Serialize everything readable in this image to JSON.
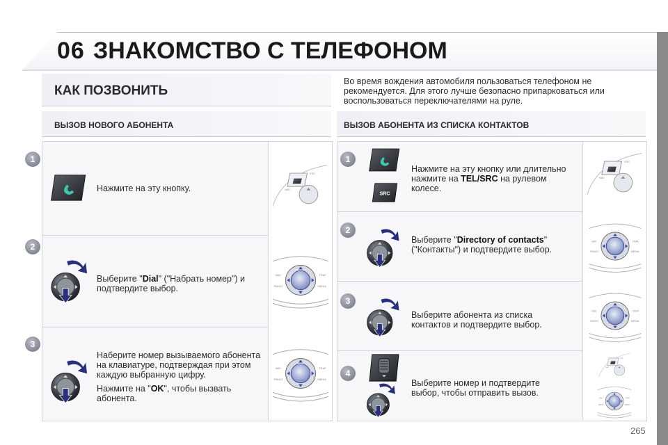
{
  "header": {
    "chapter_number": "06",
    "chapter_title": "ЗНАКОМСТВО С ТЕЛЕФОНОМ"
  },
  "section_main_title": "КАК ПОЗВОНИТЬ",
  "warning_text": "Во время вождения автомобиля пользоваться телефоном не рекомендуется. Для этого лучше безопасно припарковаться или воспользоваться переключателями на руле.",
  "left": {
    "title": "ВЫЗОВ НОВОГО АБОНЕНТА",
    "steps": [
      {
        "number": "1",
        "text": "Нажмите на эту кнопку."
      },
      {
        "number": "2",
        "text_before": "Выберите \"",
        "bold": "Dial",
        "text_after": "\" (\"Набрать номер\") и подтвердите выбор."
      },
      {
        "number": "3",
        "text1": "Наберите номер вызываемого абонента на клавиатуре, подтверждая при этом каждую выбранную цифру.",
        "text2_before": "Нажмите на \"",
        "bold": "OK",
        "text2_after": "\", чтобы вызвать абонента."
      }
    ]
  },
  "right": {
    "title": "ВЫЗОВ АБОНЕНТА ИЗ СПИСКА КОНТАКТОВ",
    "steps": [
      {
        "number": "1",
        "text_before": "Нажмите на эту кнопку или длительно нажмите на ",
        "bold": "TEL/SRC",
        "text_after": " на рулевом колесе."
      },
      {
        "number": "2",
        "text_before": "Выберите \"",
        "bold": "Directory of contacts",
        "text_after": "\" (\"Контакты\") и подтвердите выбор."
      },
      {
        "number": "3",
        "text": "Выберите абонента из списка контактов и подтвердите выбор."
      },
      {
        "number": "4",
        "text": "Выберите номер и подтвердите выбор, чтобы отправить вызов."
      }
    ]
  },
  "icons": {
    "phone_button": "phone-button-icon",
    "rotary_knob": "rotary-knob-icon",
    "src_button": "src-button-icon",
    "thumbwheel": "thumbwheel-icon",
    "device_keypad": "device-keypad-icon",
    "steering_controls": "steering-controls-icon"
  },
  "button_labels": {
    "src": "SRC",
    "esc": "ESC",
    "nav": "NAV",
    "traf": "TRAF",
    "radio": "RADIO",
    "media": "MEDIA"
  },
  "colors": {
    "accent": "#2a2f7a",
    "phone_green": "#3ec6b0",
    "badge": "#7a7e8a"
  },
  "page_number": "265"
}
